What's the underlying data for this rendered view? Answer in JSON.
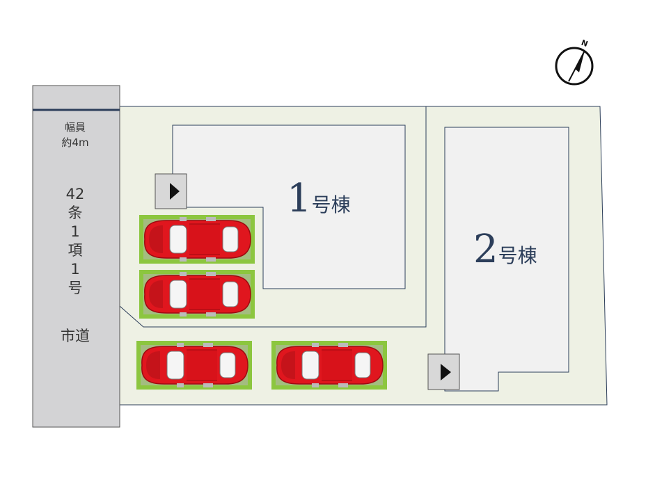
{
  "road": {
    "width_label_line1": "幅員",
    "width_label_line2": "約4m",
    "class_chars": [
      "42",
      "条",
      "1",
      "項",
      "1",
      "号"
    ],
    "type_label": "市道"
  },
  "buildings": [
    {
      "id": "1",
      "number": "1",
      "suffix": "号棟"
    },
    {
      "id": "2",
      "number": "2",
      "suffix": "号棟"
    }
  ],
  "compass": {
    "letter": "N"
  },
  "parking_spaces": 4,
  "colors": {
    "site": "#eef1e4",
    "road": "#d3d3d5",
    "building": "#f1f1f1",
    "outline": "#2c3e5a",
    "car_body": "#e0161e",
    "car_pad": "#8cc63f",
    "entrance": "#d8d8d8"
  },
  "icons": {
    "entrance": "entrance-arrow-icon",
    "car": "car-icon",
    "compass": "north-compass-icon"
  }
}
